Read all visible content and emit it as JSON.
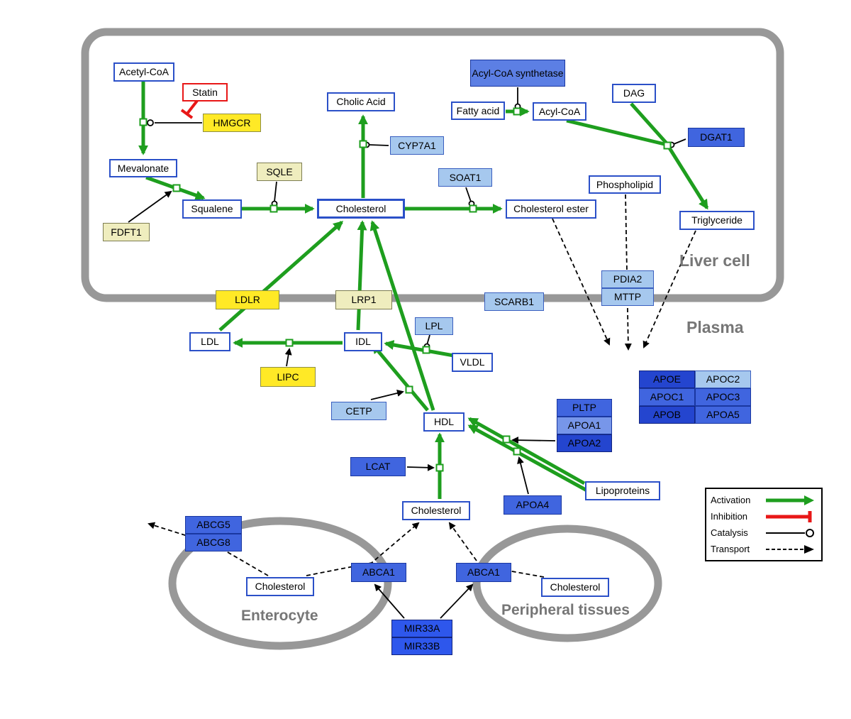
{
  "compartments": {
    "liver_cell": "Liver cell",
    "plasma": "Plasma",
    "enterocyte": "Enterocyte",
    "peripheral_tissues": "Peripheral tissues"
  },
  "nodes": {
    "acetyl_coa": {
      "label": "Acetyl-CoA"
    },
    "statin": {
      "label": "Statin"
    },
    "hmgcr": {
      "label": "HMGCR"
    },
    "mevalonate": {
      "label": "Mevalonate"
    },
    "sqle": {
      "label": "SQLE"
    },
    "fdft1": {
      "label": "FDFT1"
    },
    "squalene": {
      "label": "Squalene"
    },
    "cholesterol_liver": {
      "label": "Cholesterol"
    },
    "cholic_acid": {
      "label": "Cholic Acid"
    },
    "cyp7a1": {
      "label": "CYP7A1"
    },
    "soat1": {
      "label": "SOAT1"
    },
    "cholesterol_ester": {
      "label": "Cholesterol ester"
    },
    "acyl_coa_synthetase": {
      "label": "Acyl-CoA synthetase"
    },
    "fatty_acid": {
      "label": "Fatty acid"
    },
    "acyl_coa": {
      "label": "Acyl-CoA"
    },
    "dag": {
      "label": "DAG"
    },
    "dgat1": {
      "label": "DGAT1"
    },
    "phospholipid": {
      "label": "Phospholipid"
    },
    "triglyceride": {
      "label": "Triglyceride"
    },
    "ldlr": {
      "label": "LDLR"
    },
    "lrp1": {
      "label": "LRP1"
    },
    "scarb1": {
      "label": "SCARB1"
    },
    "pdia2": {
      "label": "PDIA2"
    },
    "mttp": {
      "label": "MTTP"
    },
    "ldl": {
      "label": "LDL"
    },
    "idl": {
      "label": "IDL"
    },
    "lpl": {
      "label": "LPL"
    },
    "vldl": {
      "label": "VLDL"
    },
    "lipc": {
      "label": "LIPC"
    },
    "cetp": {
      "label": "CETP"
    },
    "hdl": {
      "label": "HDL"
    },
    "pltp": {
      "label": "PLTP"
    },
    "apoa1": {
      "label": "APOA1"
    },
    "apoa2": {
      "label": "APOA2"
    },
    "lcat": {
      "label": "LCAT"
    },
    "apoa4": {
      "label": "APOA4"
    },
    "lipoproteins": {
      "label": "Lipoproteins"
    },
    "apoe": {
      "label": "APOE"
    },
    "apoc2": {
      "label": "APOC2"
    },
    "apoc1": {
      "label": "APOC1"
    },
    "apoc3": {
      "label": "APOC3"
    },
    "apob": {
      "label": "APOB"
    },
    "apoa5": {
      "label": "APOA5"
    },
    "cholesterol_plasma": {
      "label": "Cholesterol"
    },
    "abcg5": {
      "label": "ABCG5"
    },
    "abcg8": {
      "label": "ABCG8"
    },
    "cholesterol_enterocyte": {
      "label": "Cholesterol"
    },
    "abca1_enterocyte": {
      "label": "ABCA1"
    },
    "abca1_peripheral": {
      "label": "ABCA1"
    },
    "cholesterol_peripheral": {
      "label": "Cholesterol"
    },
    "mir33a": {
      "label": "MIR33A"
    },
    "mir33b": {
      "label": "MIR33B"
    }
  },
  "legend": {
    "activation": "Activation",
    "inhibition": "Inhibition",
    "catalysis": "Catalysis",
    "transport": "Transport"
  },
  "colors": {
    "activation_green": "#1E9E1E",
    "inhibition_red": "#E81717",
    "metabolite_border_blue": "#2B50C8",
    "enzyme_yellow": "#FFE926",
    "enzyme_cream": "#EFEDBE",
    "enzyme_light_blue": "#A6C8EE",
    "enzyme_blue": "#4065DF",
    "enzyme_dark_blue": "#2445CF",
    "membrane_gray": "#989898"
  }
}
